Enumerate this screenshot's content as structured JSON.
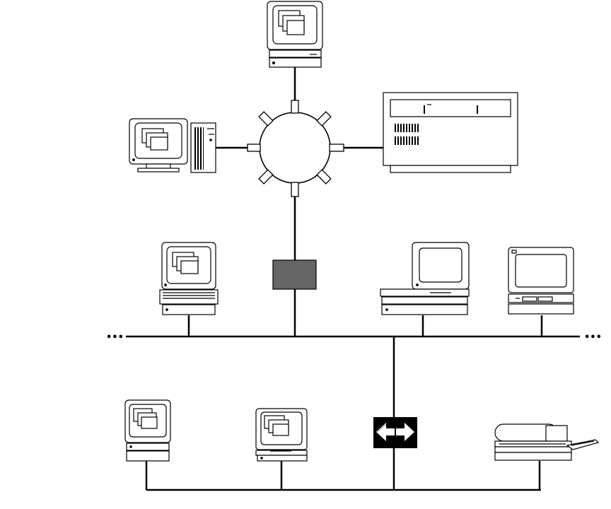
{
  "diagram": {
    "kind": "network-topology",
    "background": "#ffffff",
    "line_color": "#000000",
    "bridge_fill": "#666666",
    "continuation_marker": "•••",
    "devices": [
      {
        "id": "ring-hub",
        "icon": "token-ring-icon"
      },
      {
        "id": "top-workstation",
        "icon": "compact-mac-icon"
      },
      {
        "id": "left-workstation",
        "icon": "tower-mac-icon"
      },
      {
        "id": "rack-server",
        "icon": "rack-server-icon"
      },
      {
        "id": "backbone-bridge",
        "icon": "bridge-box-icon"
      },
      {
        "id": "mid-left-mac",
        "icon": "desktop-mac-icon"
      },
      {
        "id": "mid-pc",
        "icon": "desktop-pc-icon"
      },
      {
        "id": "mid-terminal",
        "icon": "terminal-icon"
      },
      {
        "id": "router",
        "icon": "bidirectional-arrows-icon"
      },
      {
        "id": "bottom-mac-1",
        "icon": "compact-mac-icon"
      },
      {
        "id": "bottom-mac-2",
        "icon": "desktop-mac-icon"
      },
      {
        "id": "printer",
        "icon": "laser-printer-icon"
      }
    ]
  }
}
